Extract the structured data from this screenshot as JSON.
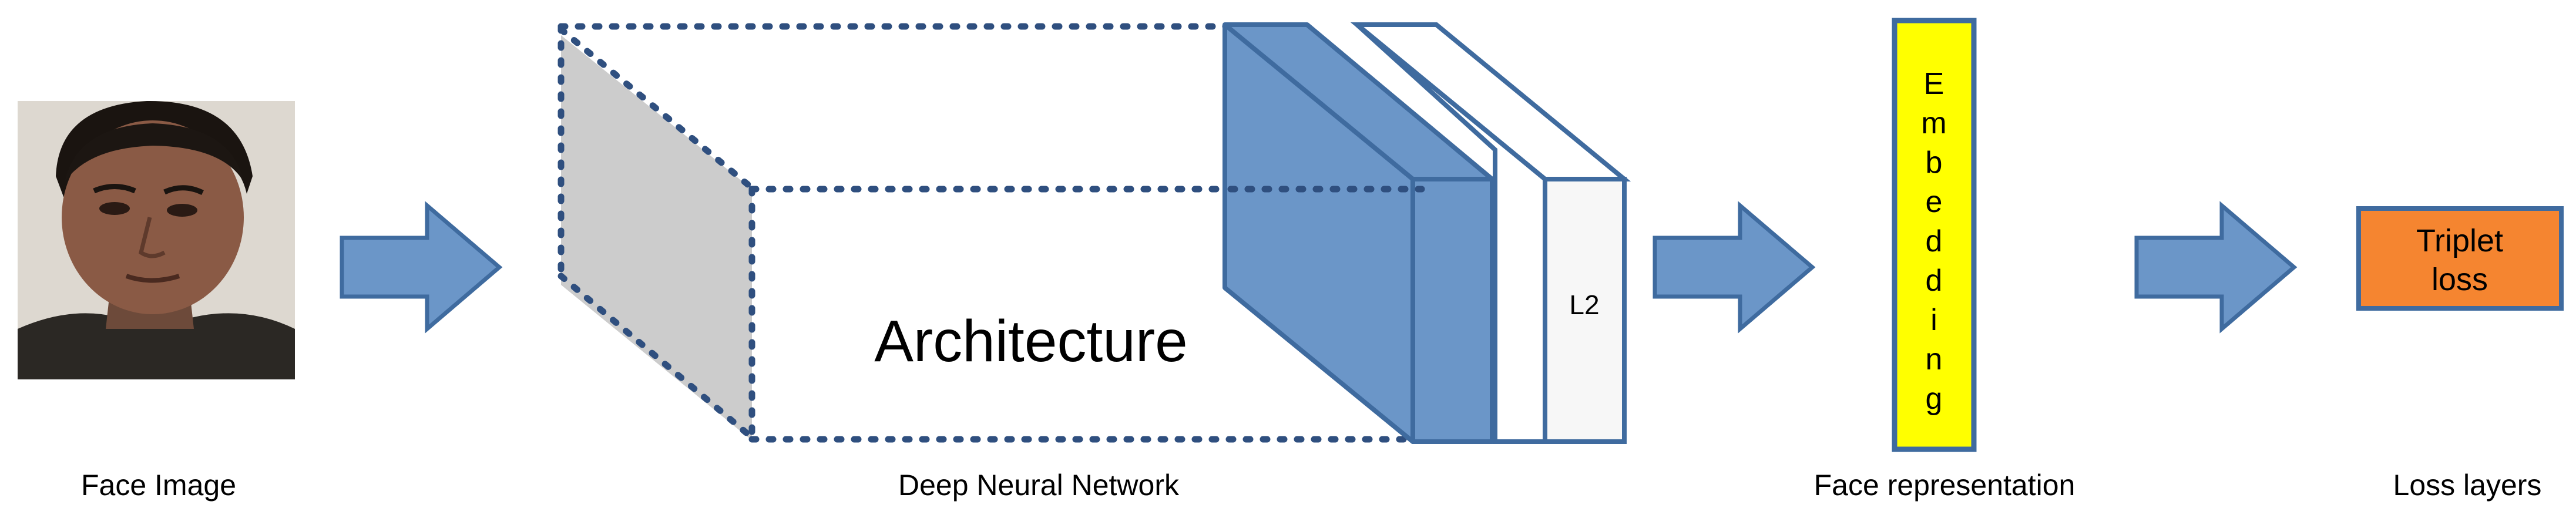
{
  "colors": {
    "arrow_fill": "#6b96c8",
    "arrow_stroke": "#3f6b9f",
    "layer_blue": "#6b96c8",
    "layer_stroke": "#3f6b9f",
    "l2_fill": "#f7f7f7",
    "input_plane": "#cccccc",
    "dotted_edges": "#2f4f7f",
    "embedding_fill": "#ffff00",
    "triplet_fill": "#f58530"
  },
  "stages": {
    "face_image": {
      "caption": "Face Image"
    },
    "dnn": {
      "caption": "Deep Neural Network",
      "label": "Architecture",
      "l2_label": "L2"
    },
    "representation": {
      "caption": "Face representation",
      "label": "Embedding"
    },
    "loss": {
      "caption": "Loss layers",
      "box_line1": "Triplet",
      "box_line2": "loss"
    }
  }
}
